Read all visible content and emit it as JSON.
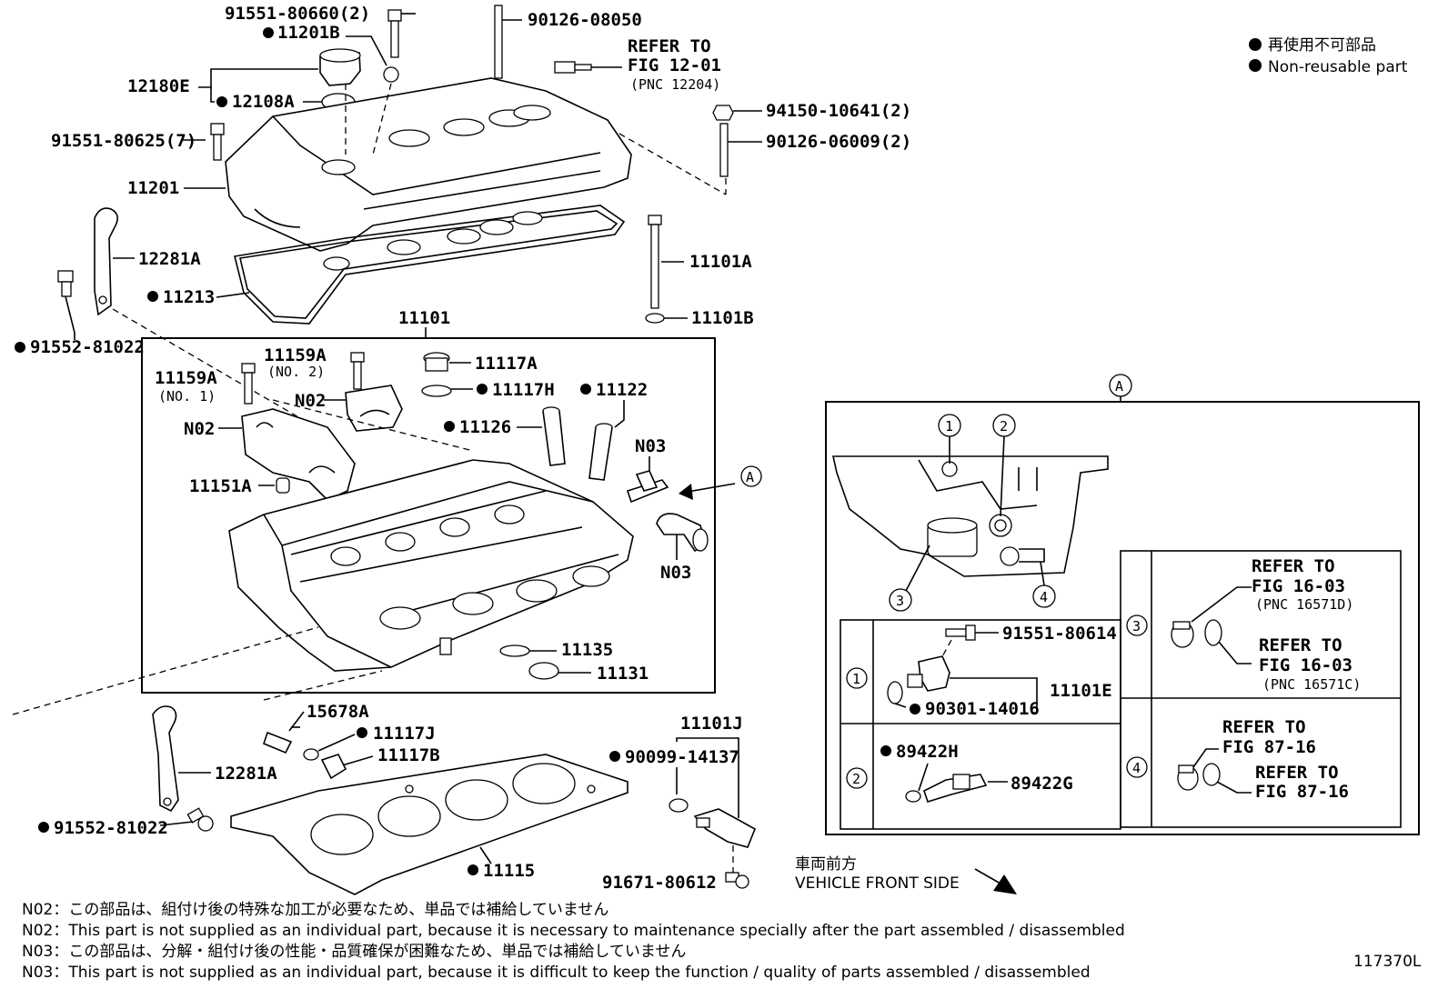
{
  "legend": {
    "jp": "再使用不可部品",
    "en": "Non-reusable part"
  },
  "labels": {
    "p91551_80660": "91551-80660(2)",
    "p90126_08050": "90126-08050",
    "p11201B": "11201B",
    "p12180E": "12180E",
    "p12108A": "12108A",
    "refer_1201_a": "REFER TO",
    "refer_1201_b": "FIG 12-01",
    "refer_1201_c": "(PNC 12204)",
    "p94150": "94150-10641(2)",
    "p90126_06009": "90126-06009(2)",
    "p91551_80625": "91551-80625(7)",
    "p11201": "11201",
    "p12281A_top": "12281A",
    "p11101A": "11101A",
    "p11213": "11213",
    "p11101B": "11101B",
    "p91552_top": "91552-81022",
    "p11101": "11101",
    "p11159A_no2": "11159A",
    "no2": "(NO. 2)",
    "p11159A_no1": "11159A",
    "no1": "(NO. 1)",
    "p11117A": "11117A",
    "p11117H": "11117H",
    "p11122": "11122",
    "n02_a": "N02",
    "n02_b": "N02",
    "p11126": "11126",
    "n03_a": "N03",
    "n03_b": "N03",
    "p11151A": "11151A",
    "callout_a": "A",
    "p11135": "11135",
    "p11131": "11131",
    "p15678A": "15678A",
    "p11117J": "11117J",
    "p11117B": "11117B",
    "p11101J": "11101J",
    "p12281A_bot": "12281A",
    "p90099": "90099-14137",
    "p91552_bot": "91552-81022",
    "p11115": "11115",
    "p91671": "91671-80612",
    "front_jp": "車両前方",
    "front_en": "VEHICLE FRONT SIDE",
    "figure_no": "117370L"
  },
  "detail": {
    "title": "A",
    "c1": "1",
    "c2": "2",
    "c3": "3",
    "c4": "4",
    "p91551_80614": "91551-80614",
    "p11101E": "11101E",
    "p90301": "90301-14016",
    "p89422H": "89422H",
    "p89422G": "89422G",
    "r1603_a1": "REFER TO",
    "r1603_a2": "FIG 16-03",
    "r1603_a3": "(PNC 16571D)",
    "r1603_b1": "REFER TO",
    "r1603_b2": "FIG 16-03",
    "r1603_b3": "(PNC 16571C)",
    "r8716_a1": "REFER TO",
    "r8716_a2": "FIG 87-16",
    "r8716_b1": "REFER TO",
    "r8716_b2": "FIG 87-16"
  },
  "notes": [
    "N02：この部品は、組付け後の特殊な加工が必要なため、単品では補給していません",
    "N02：This part is not supplied as an individual part, because it is necessary to maintenance specially after the part assembled / disassembled",
    "N03：この部品は、分解・組付け後の性能・品質確保が困難なため、単品では補給していません",
    "N03：This part is not supplied as an individual part, because it is difficult to keep the function / quality of parts  assembled / disassembled"
  ]
}
